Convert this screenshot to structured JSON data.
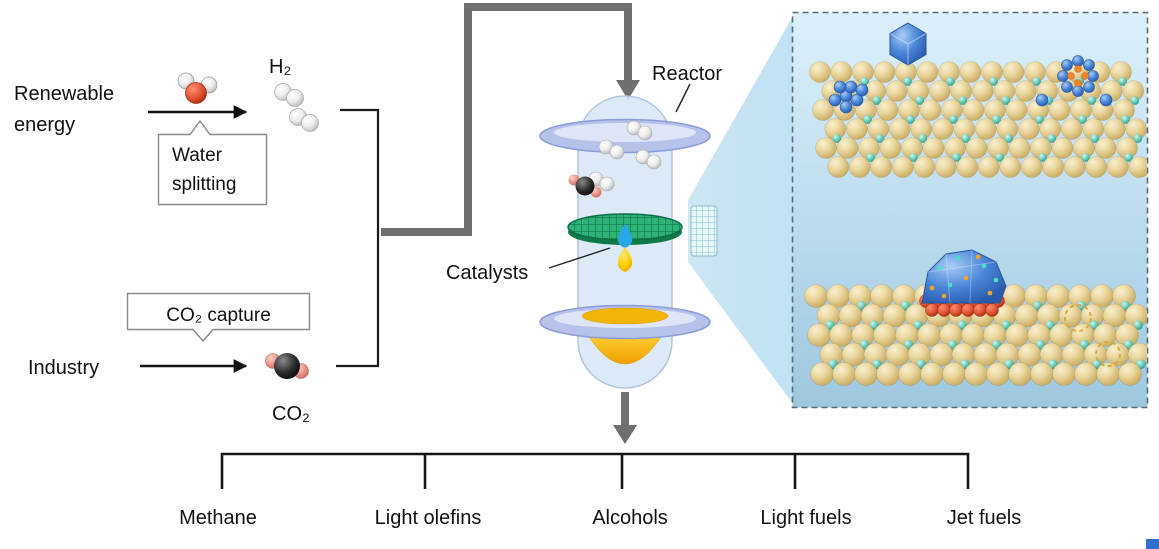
{
  "figure": {
    "inputs": {
      "renewable_energy": "Renewable\nenergy",
      "hydrogen": "H₂",
      "water_splitting": "Water\nsplitting",
      "co2_capture": "CO₂ capture",
      "industry": "Industry",
      "co2": "CO₂"
    },
    "reactor": {
      "reactor_label": "Reactor",
      "catalysts_label": "Catalysts"
    },
    "products": [
      "Methane",
      "Light olefins",
      "Alcohols",
      "Light fuels",
      "Jet fuels"
    ]
  },
  "colors": {
    "background": "#ffffff",
    "flow_pipe_gray": "#6f6f6f",
    "line_black": "#1a1a1a",
    "reactor_glass": "#d6e5f6",
    "reactor_ring": "#b6c2ea",
    "catalyst_disk_green": "#2fb278",
    "product_yellow": "#f3b409",
    "droplet_blue": "#28a7e6",
    "inset_bg_top": "#dcf0fb",
    "inset_bg_bottom": "#9ec7de",
    "sphere_tan": "#ead79f",
    "sphere_teal": "#6fd0c0",
    "sphere_blue": "#4a86d8",
    "sphere_red": "#d84a2a",
    "accent_orange": "#f08428"
  }
}
